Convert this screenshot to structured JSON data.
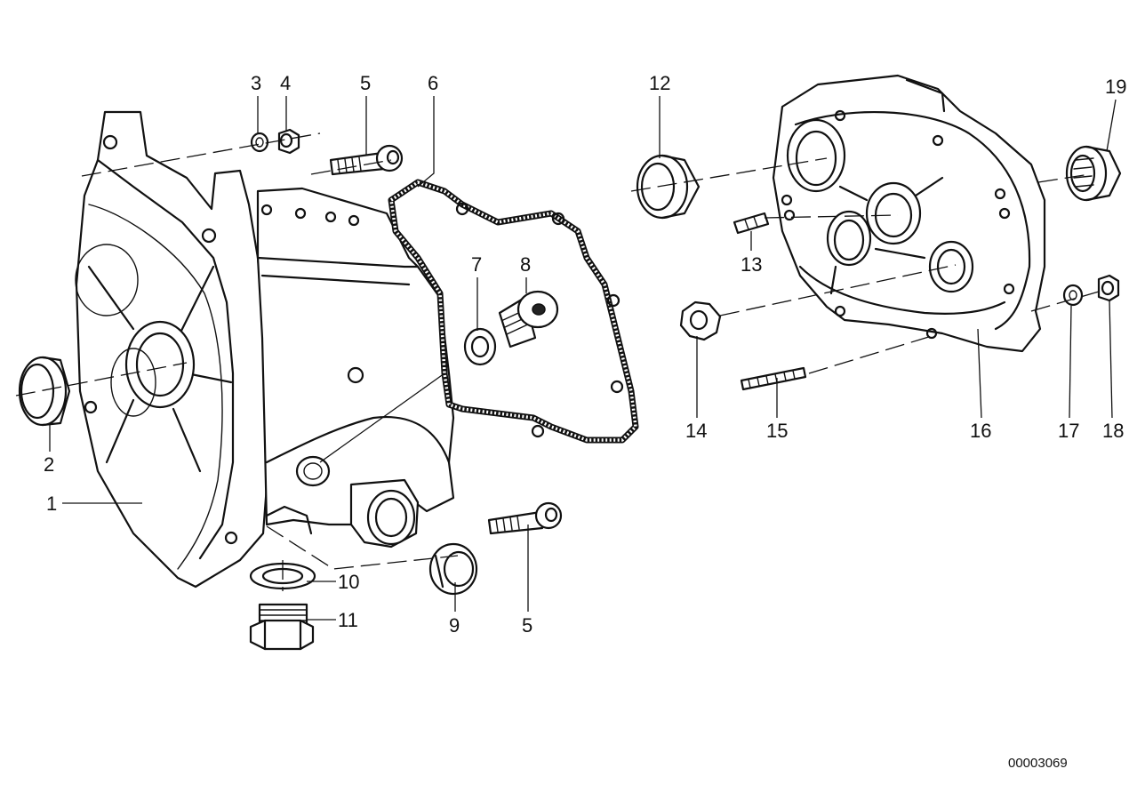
{
  "diagram": {
    "number": "00003069",
    "callouts": [
      "1",
      "2",
      "3",
      "4",
      "5",
      "6",
      "7",
      "8",
      "9",
      "10",
      "11",
      "12",
      "13",
      "14",
      "15",
      "16",
      "17",
      "18",
      "19",
      "5"
    ]
  }
}
